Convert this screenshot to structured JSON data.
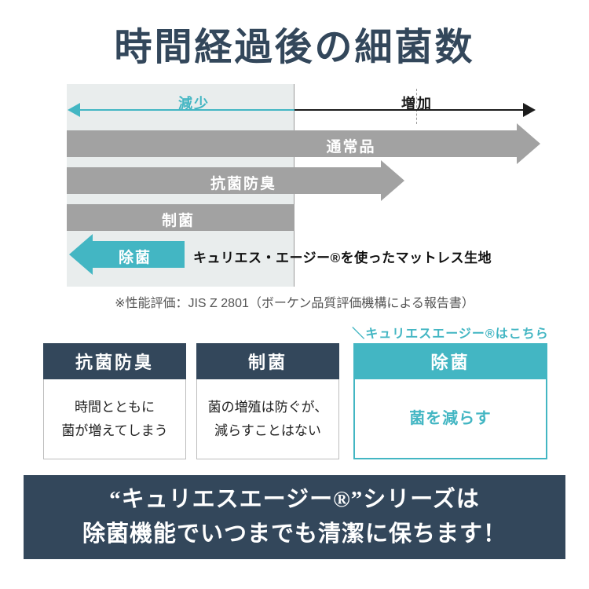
{
  "title": "時間経過後の細菌数",
  "chart": {
    "decrease_label": "減少",
    "increase_label": "増加",
    "bars": {
      "normal": "通常品",
      "antibacterial": "抗菌防臭",
      "bacteriostatic": "制菌",
      "sterilizing": "除菌"
    },
    "annotation": "キュリエス・エージー®を使ったマットレス生地",
    "footnote": "※性能評価：JIS Z 2801（ボーケン品質評価機構による報告書）"
  },
  "callout": "＼キュリエスエージー®はこちら／",
  "cards": {
    "card1": {
      "header": "抗菌防臭",
      "body": "時間とともに\n菌が増えてしまう"
    },
    "card2": {
      "header": "制菌",
      "body": "菌の増殖は防ぐが、\n減らすことはない"
    },
    "card3": {
      "header": "除菌",
      "body": "菌を減らす"
    }
  },
  "banner": {
    "line1": "“キュリエスエージー®”シリーズは",
    "line2": "除菌機能でいつまでも清潔に保ちます！"
  },
  "colors": {
    "navy": "#33475b",
    "teal": "#43b6c3",
    "gray": "#a2a2a2"
  }
}
